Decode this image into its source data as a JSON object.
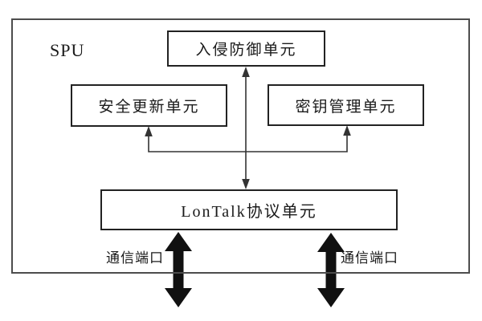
{
  "diagram": {
    "outer_label": "SPU",
    "nodes": [
      {
        "id": "intrusion-prevention-unit",
        "label": "入侵防御单元"
      },
      {
        "id": "security-update-unit",
        "label": "安全更新单元"
      },
      {
        "id": "key-management-unit",
        "label": "密钥管理单元"
      },
      {
        "id": "lontalk-protocol-unit",
        "label": "LonTalk协议单元"
      }
    ],
    "ports": [
      {
        "id": "left-comm-port",
        "label": "通信端口"
      },
      {
        "id": "right-comm-port",
        "label": "通信端口"
      }
    ],
    "connectors": [
      {
        "type": "double-arrow",
        "from": "intrusion-prevention-unit",
        "to": "lontalk-protocol-unit"
      },
      {
        "type": "arrow",
        "from": "lontalk-protocol-unit",
        "to": "security-update-unit"
      },
      {
        "type": "arrow",
        "from": "lontalk-protocol-unit",
        "to": "key-management-unit"
      },
      {
        "type": "thick-double-arrow",
        "at": "left-comm-port"
      },
      {
        "type": "thick-double-arrow",
        "at": "right-comm-port"
      }
    ],
    "colors": {
      "background": "#ffffff",
      "outer_border": "#4d4d4d",
      "box_border": "#222222",
      "line": "#333333",
      "thick_arrow": "#111111",
      "text": "#1a1a1a"
    }
  }
}
